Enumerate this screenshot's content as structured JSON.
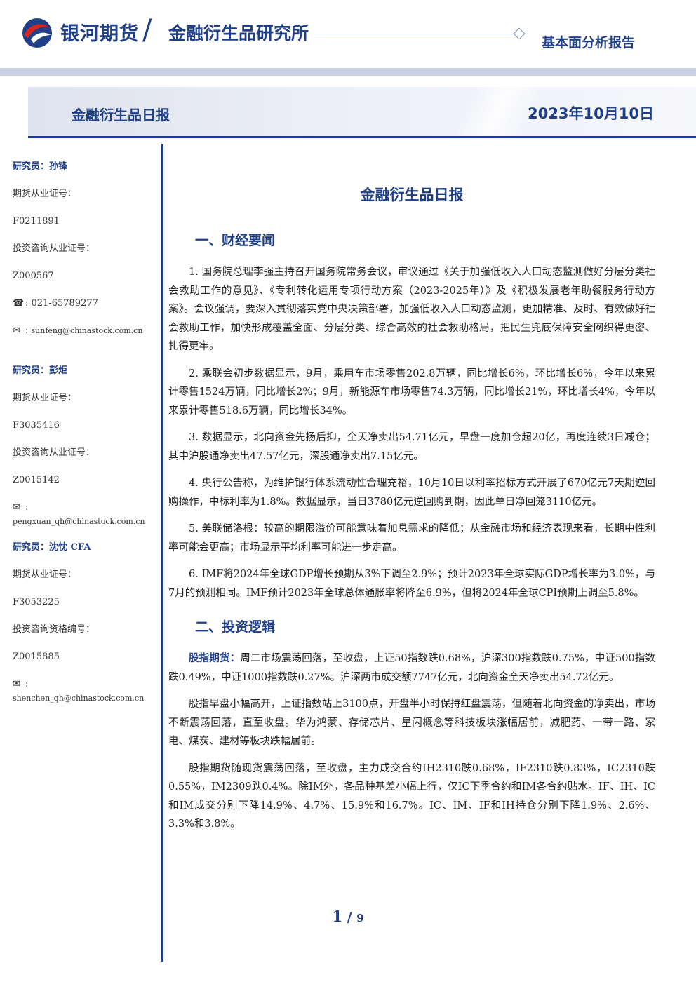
{
  "header": {
    "company": "银河期货",
    "institute": "金融衍生品研究所",
    "report_type": "基本面分析报告",
    "banner_title": "金融衍生品日报",
    "banner_date": "2023年10月10日"
  },
  "analysts": [
    {
      "name_line": "研究员：孙锋",
      "futures_label": "期货从业证号：",
      "futures_id": "F0211891",
      "invest_label": "投资咨询从业证号：",
      "invest_id": "Z000567",
      "phone": "021-65789277",
      "email": "sunfeng@chinastock.com.cn"
    },
    {
      "name_line": "研究员：彭炬",
      "futures_label": "期货从业证号：",
      "futures_id": "F3035416",
      "invest_label": "投资咨询从业证号：",
      "invest_id": "Z0015142",
      "email": "pengxuan_qh@chinastock.com.cn"
    },
    {
      "name_line": "研究员：沈忱 CFA",
      "futures_label": "期货从业证号：",
      "futures_id": "F3053225",
      "invest_label": "投资咨询资格编号：",
      "invest_id": "Z0015885",
      "email": "shenchen_qh@chinastock.com.cn"
    }
  ],
  "main": {
    "title": "金融衍生品日报",
    "section1_title": "一、财经要闻",
    "news": [
      "1. 国务院总理李强主持召开国务院常务会议，审议通过《关于加强低收入人口动态监测做好分层分类社会救助工作的意见》、《专利转化运用专项行动方案（2023-2025年）》及《积极发展老年助餐服务行动方案》。会议强调，要深入贯彻落实党中央决策部署，加强低收入人口动态监测，更加精准、及时、有效做好社会救助工作，加快形成覆盖全面、分层分类、综合高效的社会救助格局，把民生兜底保障安全网织得更密、扎得更牢。",
      "2. 乘联会初步数据显示，9月，乘用车市场零售202.8万辆，同比增长6%，环比增长6%，今年以来累计零售1524万辆，同比增长2%；9月，新能源车市场零售74.3万辆，同比增长21%，环比增长4%，今年以来累计零售518.6万辆，同比增长34%。",
      "3. 数据显示，北向资金先扬后抑，全天净卖出54.71亿元，早盘一度加仓超20亿，再度连续3日减仓；其中沪股通净卖出47.57亿元，深股通净卖出7.15亿元。",
      "4. 央行公告称，为维护银行体系流动性合理充裕，10月10日以利率招标方式开展了670亿元7天期逆回购操作，中标利率为1.8%。数据显示，当日3780亿元逆回购到期，因此单日净回笼3110亿元。",
      "5. 美联储洛根：较高的期限溢价可能意味着加息需求的降低；从金融市场和经济表现来看，长期中性利率可能会更高；市场显示平均利率可能进一步走高。",
      "6. IMF将2024年全球GDP增长预期从3%下调至2.9%；预计2023年全球实际GDP增长率为3.0%，与7月的预测相同。IMF预计2023年全球总体通胀率将降至6.9%，但将2024年全球CPI预期上调至5.8%。"
    ],
    "section2_title": "二、投资逻辑",
    "logic_lead": "股指期货：",
    "logic_p1": "周二市场震荡回落，至收盘，上证50指数跌0.68%，沪深300指数跌0.75%，中证500指数跌0.49%，中证1000指数跌0.27%。沪深两市成交额7747亿元，北向资金全天净卖出54.72亿元。",
    "logic_p2": "股指早盘小幅高开，上证指数站上3100点，开盘半小时保持红盘震荡，但随着北向资金的净卖出，市场不断震荡回落，直至收盘。华为鸿蒙、存储芯片、星闪概念等科技板块涨幅居前，减肥药、一带一路、家电、煤炭、建材等板块跌幅居前。",
    "logic_p3": "股指期货随现货震荡回落，至收盘，主力成交合约IH2310跌0.68%，IF2310跌0.83%，IC2310跌0.55%，IM2309跌0.4%。除IM外，各品种基差小幅上行，仅IC下季合约和IM各合约贴水。IF、IH、IC和IM成交分别下降14.9%、4.7%、15.9%和16.7%。IC、IM、IF和IH持仓分别下降1.9%、2.6%、3.3%和3.8%。"
  },
  "footer": {
    "page_current": "1",
    "page_sep": "/",
    "page_total": "9"
  },
  "icons": {
    "phone": "phone-icon",
    "email": "email-icon"
  },
  "colors": {
    "brand": "#1f3f86",
    "logo_red": "#d7261e"
  }
}
